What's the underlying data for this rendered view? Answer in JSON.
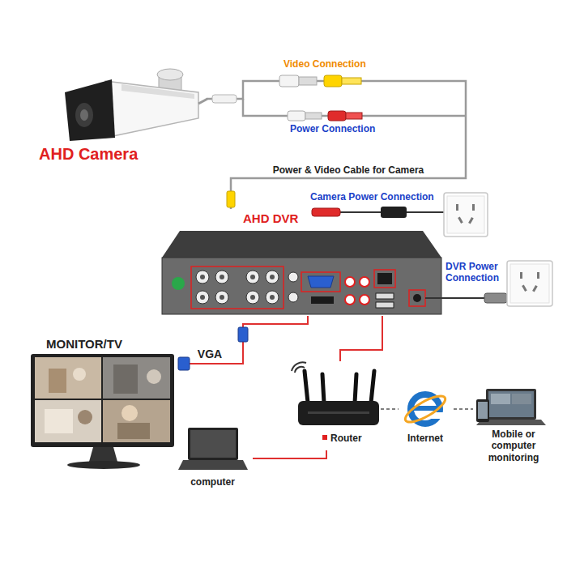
{
  "diagram": {
    "nodes": [
      {
        "text": [
          "AHD Camera"
        ]
      },
      {
        "text": [
          "AHD DVR"
        ]
      },
      {
        "text": [
          "MONITOR/TV"
        ]
      },
      {
        "text": [
          "Router"
        ]
      },
      {
        "text": [
          "Internet"
        ]
      },
      {
        "text": [
          "Mobile or computer monitoring"
        ]
      },
      {
        "text": [
          "computer"
        ]
      }
    ],
    "edges": [
      {
        "from": 0,
        "to": 1,
        "arrow": "none",
        "label": "Power & Video Cable for Camera"
      },
      {
        "from": 1,
        "to": 2,
        "arrow": "none",
        "label": "VGA"
      },
      {
        "from": 1,
        "to": 3,
        "arrow": "none"
      },
      {
        "from": 3,
        "to": 4,
        "arrow": "none"
      },
      {
        "from": 4,
        "to": 5,
        "arrow": "none"
      },
      {
        "from": 3,
        "to": 6,
        "arrow": "none"
      }
    ],
    "labels": [
      "Video Connection",
      "Power Connection",
      "Camera Power Connection",
      "DVR Power Connection"
    ]
  }
}
